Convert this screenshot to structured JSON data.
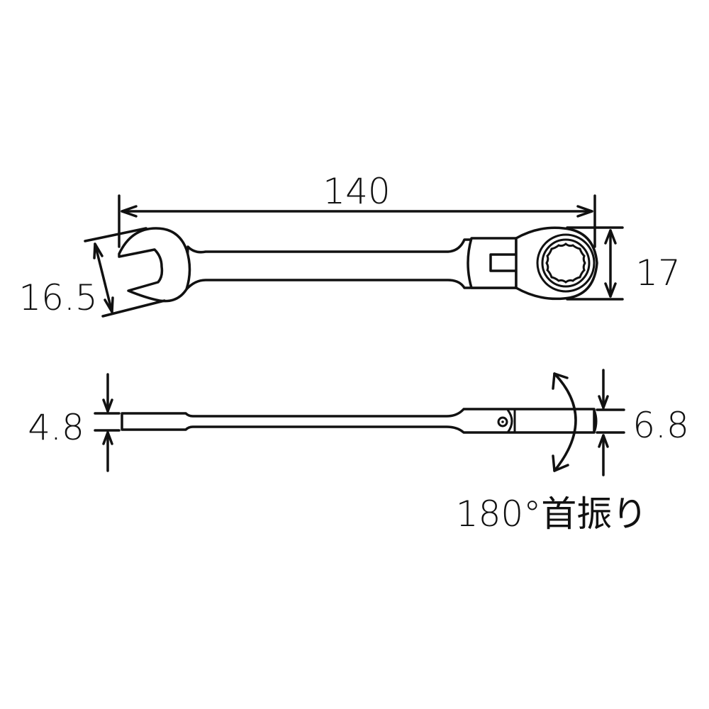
{
  "diagram": {
    "subject": "flexible-head combination ratchet wrench",
    "colors": {
      "line": "#111111",
      "background": "#ffffff"
    },
    "top_view": {
      "overall_length": {
        "value": "140"
      },
      "open_end_width": {
        "value": "16.5"
      },
      "ring_end_width": {
        "value": "17"
      }
    },
    "side_view": {
      "open_end_thickness": {
        "value": "4.8"
      },
      "ring_end_thickness": {
        "value": "6.8"
      },
      "swivel_note": {
        "value": "180°首振り"
      }
    }
  }
}
